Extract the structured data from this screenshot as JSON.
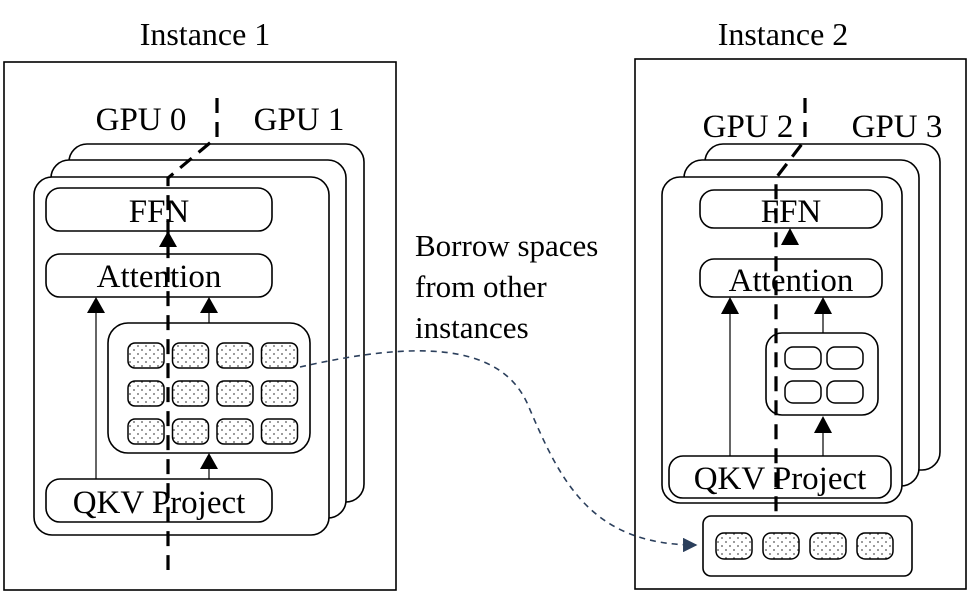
{
  "instances": [
    {
      "title": "Instance 1",
      "gpu_left": "GPU 0",
      "gpu_right": "GPU 1",
      "blocks": {
        "ffn": "FFN",
        "attention": "Attention",
        "qkv": "QKV Project"
      },
      "kv_cache_blocks": 12
    },
    {
      "title": "Instance 2",
      "gpu_left": "GPU 2",
      "gpu_right": "GPU 3",
      "blocks": {
        "ffn": "FFN",
        "attention": "Attention",
        "qkv": "QKV Project"
      },
      "kv_cache_blocks": 4
    }
  ],
  "annotation": {
    "lines": [
      "Borrow spaces",
      "from other",
      "instances"
    ]
  },
  "borrowed_pool": {
    "blocks": 4
  },
  "colors": {
    "stroke": "#000000",
    "arrow_dashed": "#2b3f5c",
    "background": "#ffffff"
  }
}
